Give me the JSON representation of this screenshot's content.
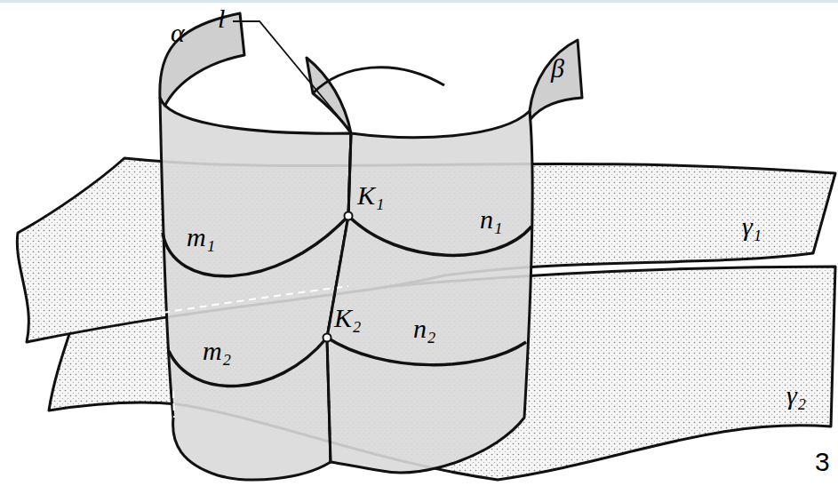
{
  "diagram": {
    "labels": [
      "α",
      "l",
      "β",
      "K₁",
      "n₁",
      "m₁",
      "γ₁",
      "K₂",
      "n₂",
      "m₂",
      "γ₂",
      "3"
    ]
  }
}
